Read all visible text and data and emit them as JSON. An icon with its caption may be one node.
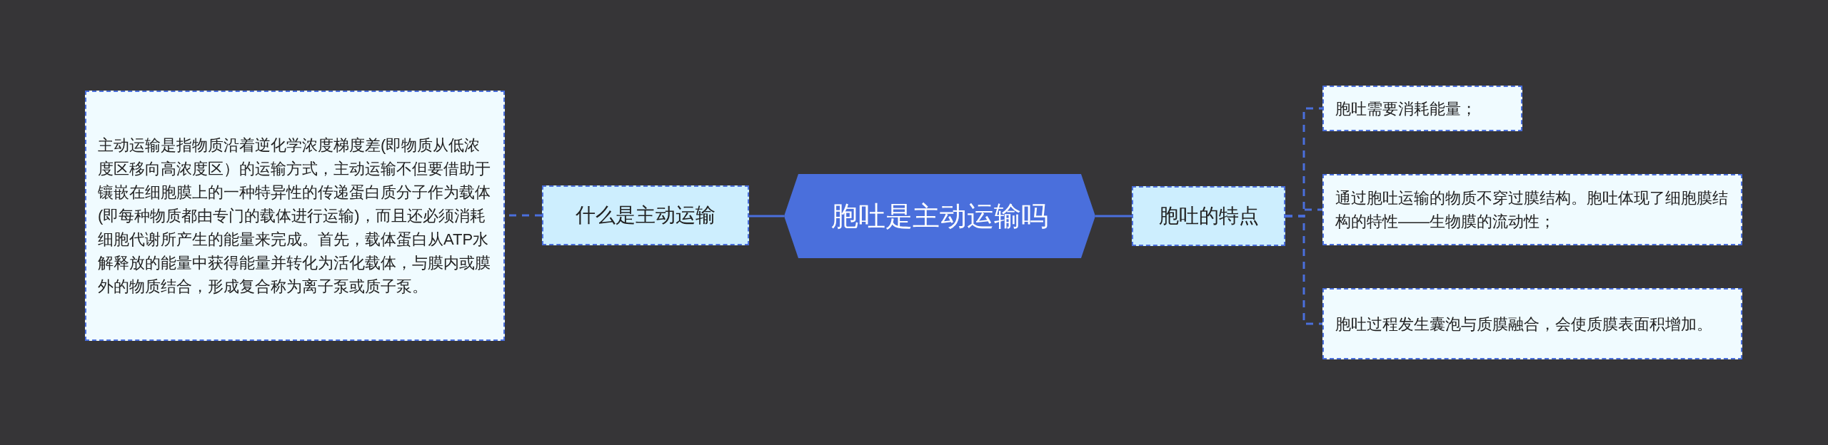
{
  "diagram": {
    "nodes": [
      {
        "text": [
          "主动运输是指物质沿着逆化学浓度梯度差(即物质从低浓度区移向高浓度区）的运输方式，主动运输不但要借助于镶嵌在细胞膜上的一种特异性的传递蛋白质分子作为载体(即每种物质都由专门的载体进行运输)，而且还必须消耗细胞代谢所产生的能量来完成。首先，载体蛋白从ATP水解释放的能量中获得能量并转化为活化载体，与膜内或膜外的物质结合，形成复合称为离子泵或质子泵。"
        ]
      },
      {
        "text": [
          "什么是主动运输"
        ]
      },
      {
        "text": [
          "胞吐是主动运输吗"
        ]
      },
      {
        "text": [
          "胞吐的特点"
        ]
      },
      {
        "text": [
          "胞吐需要消耗能量；"
        ]
      },
      {
        "text": [
          "通过胞吐运输的物质不穿过膜结构。胞吐体现了细胞膜结构的特性——生物膜的流动性；"
        ]
      },
      {
        "text": [
          "胞吐过程发生囊泡与质膜融合，会使质膜表面积增加。"
        ]
      }
    ],
    "edges": [
      {
        "from": 2,
        "to": 1,
        "arrow": "none"
      },
      {
        "from": 1,
        "to": 0,
        "arrow": "none",
        "style": "dashed"
      },
      {
        "from": 2,
        "to": 3,
        "arrow": "none"
      },
      {
        "from": 3,
        "to": 4,
        "arrow": "none",
        "style": "dashed"
      },
      {
        "from": 3,
        "to": 5,
        "arrow": "none",
        "style": "dashed"
      },
      {
        "from": 3,
        "to": 6,
        "arrow": "none",
        "style": "dashed"
      }
    ]
  }
}
